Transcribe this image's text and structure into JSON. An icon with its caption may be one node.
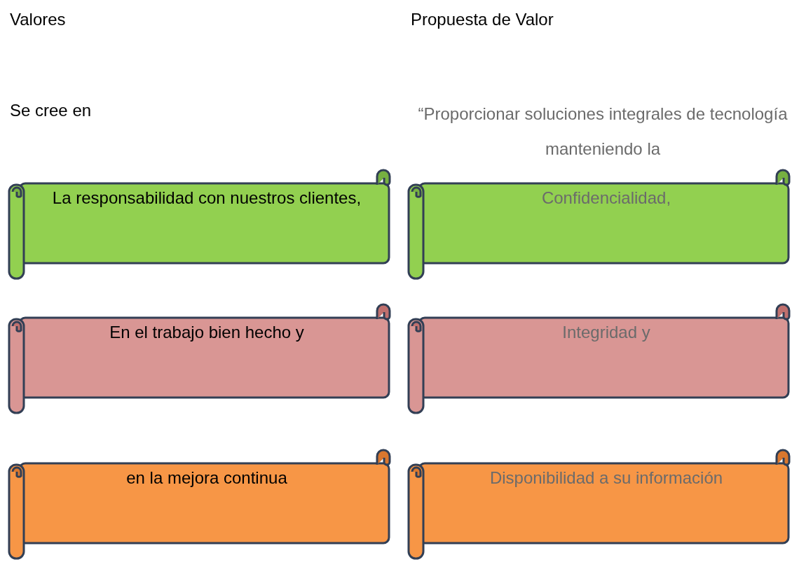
{
  "diagram": {
    "nodes": [
      {
        "text": [
          "La responsabilidad con nuestros clientes,"
        ]
      },
      {
        "text": [
          "Confidencialidad,"
        ]
      },
      {
        "text": [
          "En el trabajo bien hecho y"
        ]
      },
      {
        "text": [
          "Integridad y"
        ]
      },
      {
        "text": [
          "en la mejora continua"
        ]
      },
      {
        "text": [
          "Disponibilidad a su información"
        ]
      }
    ],
    "labels": [
      "Valores",
      "Propuesta de Valor",
      "Se cree en",
      "“Proporcionar soluciones integrales de tecnología manteniendo la"
    ]
  }
}
